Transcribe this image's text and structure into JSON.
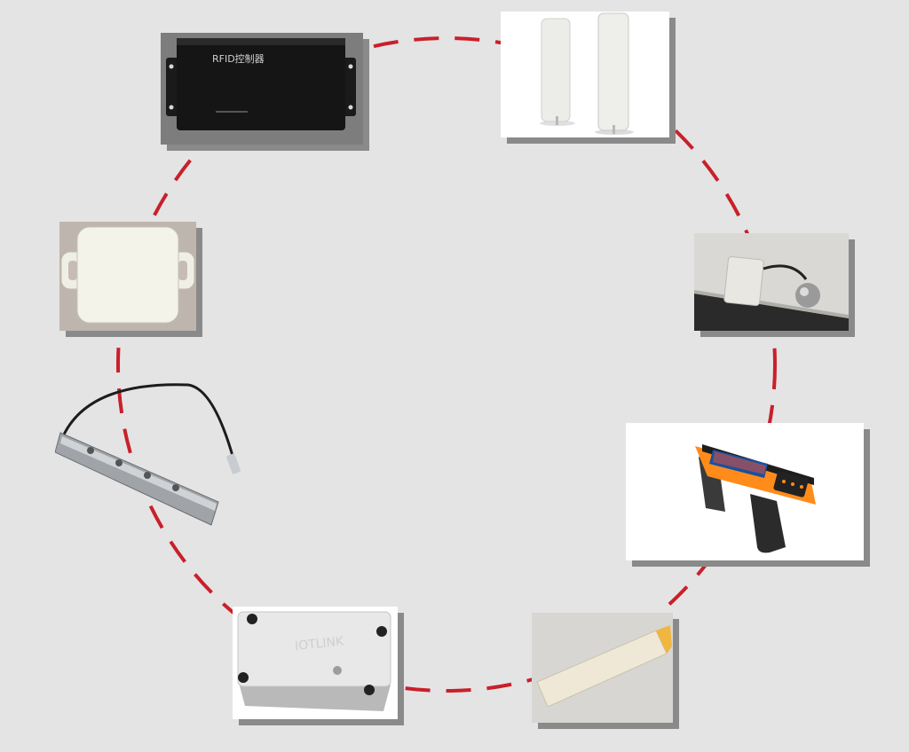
{
  "diagram": {
    "ring_color": "#c8202a",
    "background_color": "#e4e4e4",
    "devices": [
      {
        "id": "controller-box",
        "label": "RFID控制器",
        "icon": "rfid-controller-icon"
      },
      {
        "id": "panel-antennas",
        "icon": "panel-antenna-pair-icon"
      },
      {
        "id": "wall-mounted-reader",
        "icon": "wall-reader-icon"
      },
      {
        "id": "handheld-terminal",
        "icon": "handheld-scanner-icon"
      },
      {
        "id": "adhesive-tag",
        "icon": "sticker-tag-icon"
      },
      {
        "id": "abs-enclosure-tag",
        "label": "IOTLINK",
        "icon": "abs-tag-icon"
      },
      {
        "id": "shelf-antenna-strip",
        "icon": "antenna-strip-icon"
      },
      {
        "id": "mountable-tag",
        "icon": "mount-tag-icon"
      }
    ]
  }
}
